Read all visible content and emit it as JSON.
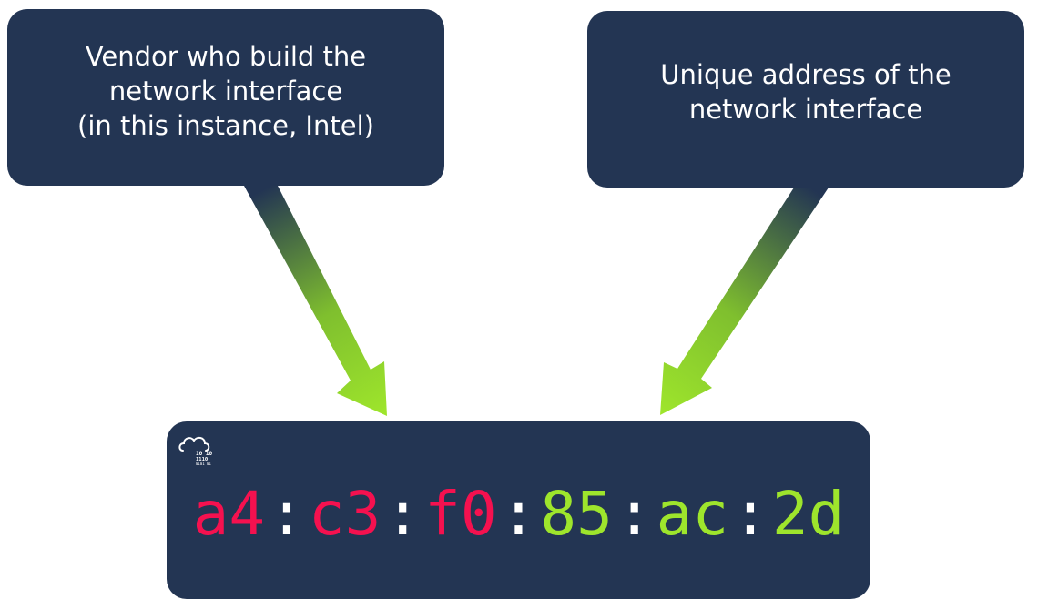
{
  "callouts": {
    "vendor": {
      "lines": [
        "Vendor who build the",
        "network interface",
        "(in this instance, Intel)"
      ]
    },
    "unique": {
      "lines": [
        "Unique address of the",
        "network interface"
      ]
    }
  },
  "mac_address": {
    "octets": [
      "a4",
      "c3",
      "f0",
      "85",
      "ac",
      "2d"
    ],
    "separator": ":"
  },
  "logo": {
    "icon": "cloud-binary-icon",
    "lines": [
      "10 10",
      "1110",
      "0101 01"
    ]
  },
  "colors": {
    "box_background": "#233553",
    "vendor_octets": "#f5114f",
    "unique_octets": "#9ee52c",
    "arrow_start": "#233553",
    "arrow_end": "#9ee52c"
  }
}
